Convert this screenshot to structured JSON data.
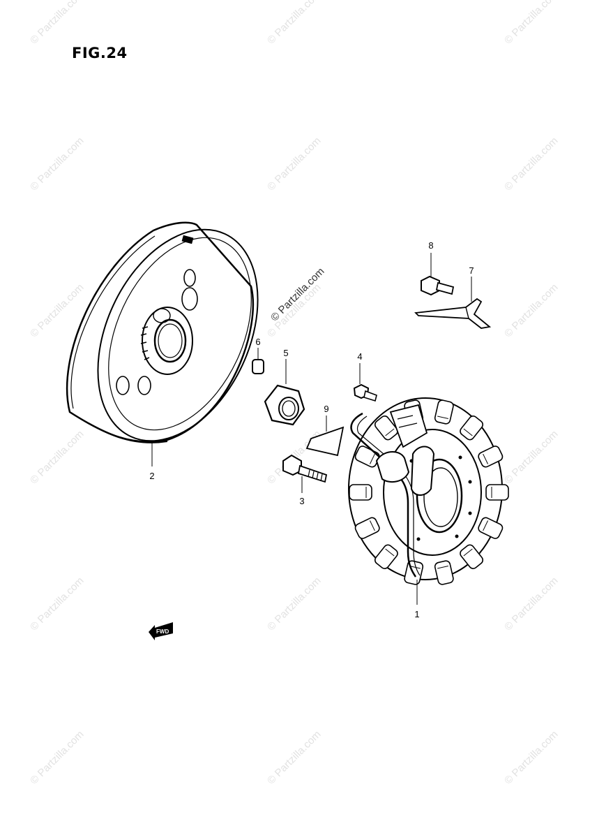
{
  "figure": {
    "title": "FIG.24"
  },
  "callouts": [
    "1",
    "2",
    "3",
    "4",
    "5",
    "6",
    "7",
    "8",
    "9"
  ],
  "watermark": "© Partzilla.com",
  "fwd_marker": "FWD",
  "parts": [
    {
      "ref": "1",
      "icon": "stator-coil-assembly"
    },
    {
      "ref": "2",
      "icon": "rotor-flywheel"
    },
    {
      "ref": "3",
      "icon": "rotor-bolt"
    },
    {
      "ref": "4",
      "icon": "small-bolt"
    },
    {
      "ref": "5",
      "icon": "nut"
    },
    {
      "ref": "6",
      "icon": "key"
    },
    {
      "ref": "7",
      "icon": "clamp-bracket"
    },
    {
      "ref": "8",
      "icon": "bracket-bolt"
    },
    {
      "ref": "9",
      "icon": "label-plate"
    }
  ]
}
